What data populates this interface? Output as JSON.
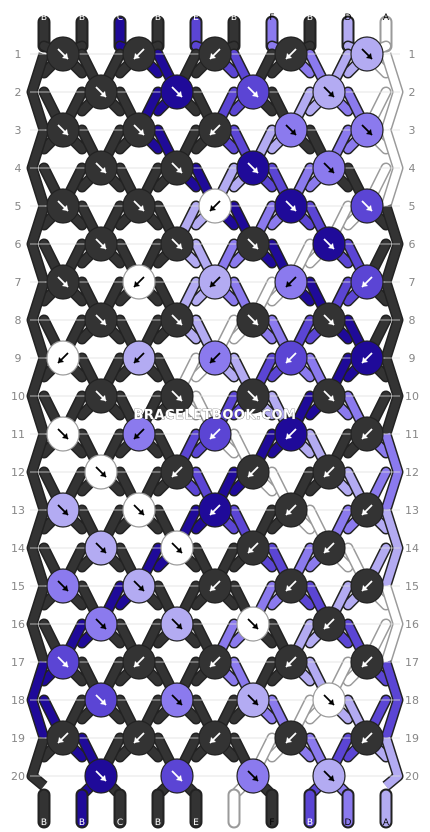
{
  "watermark": "BRACELETBOOK.COM",
  "colors": {
    "B": "#333333",
    "C": "#1f0a99",
    "E": "#5b45d4",
    "F": "#8b7aee",
    "D": "#b3abf2",
    "A": "#ffffff"
  },
  "top_strings": [
    "B",
    "B",
    "C",
    "B",
    "E",
    "B",
    "F",
    "B",
    "D",
    "A"
  ],
  "bottom_strings": [
    "B",
    "B",
    "C",
    "B",
    "E",
    "B",
    "F",
    "B",
    "D",
    "A"
  ],
  "row_labels": [
    "1",
    "2",
    "3",
    "4",
    "5",
    "6",
    "7",
    "8",
    "9",
    "10",
    "11",
    "12",
    "13",
    "14",
    "15",
    "16",
    "17",
    "18",
    "19",
    "20"
  ],
  "rows": [
    [
      [
        "B",
        "dr"
      ],
      [
        "B",
        "dl"
      ],
      [
        "B",
        "dl"
      ],
      [
        "B",
        "dl"
      ],
      [
        "D",
        "dr"
      ]
    ],
    [
      [
        "B",
        "dr"
      ],
      [
        "C",
        "dr"
      ],
      [
        "E",
        "dr"
      ],
      [
        "D",
        "dr"
      ]
    ],
    [
      [
        "B",
        "dr"
      ],
      [
        "B",
        "dr"
      ],
      [
        "B",
        "dl"
      ],
      [
        "F",
        "dr"
      ],
      [
        "F",
        "dr"
      ]
    ],
    [
      [
        "B",
        "dr"
      ],
      [
        "B",
        "dr"
      ],
      [
        "C",
        "dr"
      ],
      [
        "F",
        "dr"
      ]
    ],
    [
      [
        "B",
        "dr"
      ],
      [
        "B",
        "dr"
      ],
      [
        "A",
        "dl"
      ],
      [
        "C",
        "dr"
      ],
      [
        "E",
        "dr"
      ]
    ],
    [
      [
        "B",
        "dr"
      ],
      [
        "B",
        "dr"
      ],
      [
        "B",
        "dr"
      ],
      [
        "C",
        "dr"
      ]
    ],
    [
      [
        "B",
        "dr"
      ],
      [
        "A",
        "dl"
      ],
      [
        "D",
        "dl"
      ],
      [
        "F",
        "dl"
      ],
      [
        "E",
        "dl"
      ]
    ],
    [
      [
        "B",
        "dr"
      ],
      [
        "B",
        "dr"
      ],
      [
        "B",
        "dr"
      ],
      [
        "B",
        "dr"
      ]
    ],
    [
      [
        "A",
        "dl"
      ],
      [
        "D",
        "dl"
      ],
      [
        "F",
        "dl"
      ],
      [
        "E",
        "dl"
      ],
      [
        "C",
        "dl"
      ]
    ],
    [
      [
        "B",
        "dr"
      ],
      [
        "B",
        "dr"
      ],
      [
        "B",
        "dr"
      ],
      [
        "B",
        "dr"
      ]
    ],
    [
      [
        "A",
        "dr"
      ],
      [
        "F",
        "dl"
      ],
      [
        "E",
        "dl"
      ],
      [
        "C",
        "dl"
      ],
      [
        "B",
        "dl"
      ]
    ],
    [
      [
        "A",
        "dr"
      ],
      [
        "B",
        "dl"
      ],
      [
        "B",
        "dl"
      ],
      [
        "B",
        "dl"
      ]
    ],
    [
      [
        "D",
        "dr"
      ],
      [
        "A",
        "dr"
      ],
      [
        "C",
        "dl"
      ],
      [
        "B",
        "dl"
      ],
      [
        "B",
        "dl"
      ]
    ],
    [
      [
        "D",
        "dr"
      ],
      [
        "A",
        "dr"
      ],
      [
        "B",
        "dl"
      ],
      [
        "B",
        "dl"
      ]
    ],
    [
      [
        "F",
        "dr"
      ],
      [
        "D",
        "dr"
      ],
      [
        "B",
        "dl"
      ],
      [
        "B",
        "dl"
      ],
      [
        "B",
        "dl"
      ]
    ],
    [
      [
        "F",
        "dr"
      ],
      [
        "D",
        "dr"
      ],
      [
        "A",
        "dr"
      ],
      [
        "B",
        "dl"
      ]
    ],
    [
      [
        "E",
        "dr"
      ],
      [
        "B",
        "dl"
      ],
      [
        "B",
        "dl"
      ],
      [
        "B",
        "dl"
      ],
      [
        "B",
        "dl"
      ]
    ],
    [
      [
        "E",
        "dr"
      ],
      [
        "F",
        "dr"
      ],
      [
        "D",
        "dr"
      ],
      [
        "A",
        "dr"
      ]
    ],
    [
      [
        "B",
        "dl"
      ],
      [
        "B",
        "dl"
      ],
      [
        "B",
        "dl"
      ],
      [
        "B",
        "dl"
      ],
      [
        "B",
        "dl"
      ]
    ],
    [
      [
        "C",
        "dr"
      ],
      [
        "E",
        "dr"
      ],
      [
        "F",
        "dr"
      ],
      [
        "D",
        "dr"
      ]
    ]
  ]
}
